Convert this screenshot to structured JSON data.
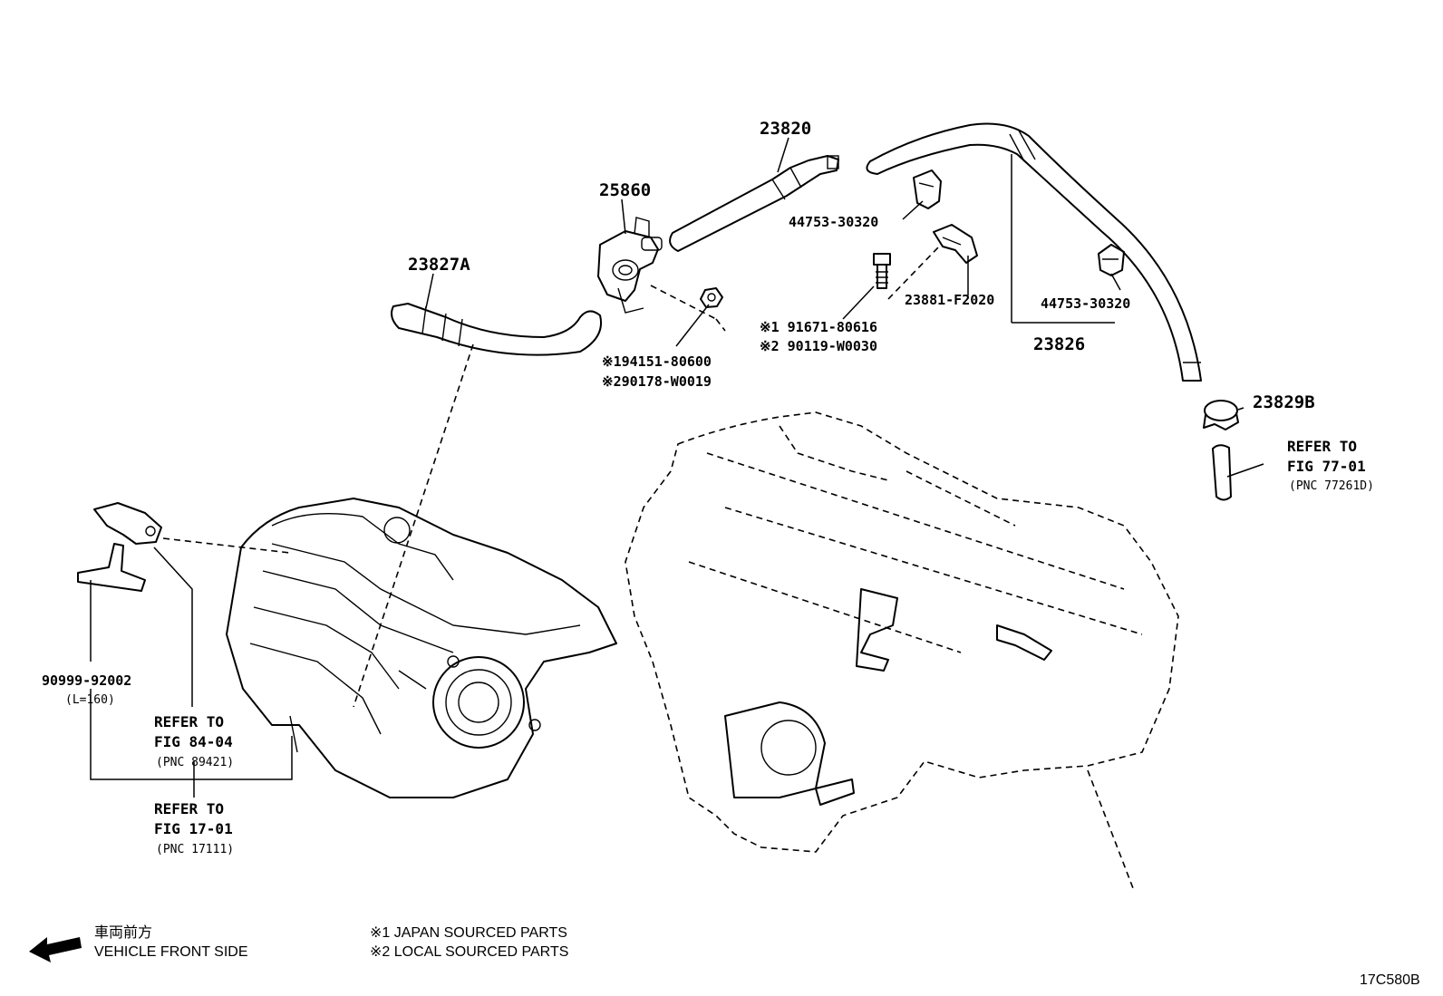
{
  "part_labels": {
    "p23820": "23820",
    "p25860": "25860",
    "p23827A": "23827A",
    "p44753_top": "44753-30320",
    "p44753_right": "44753-30320",
    "p23881": "23881-F2020",
    "p23826": "23826",
    "p23829B": "23829B",
    "p90999": "90999-92002",
    "p90999_len": "(L=160)",
    "bolt_1": "※1 91671-80616",
    "bolt_2": "※2 90119-W0030",
    "nut_1": "※194151-80600",
    "nut_2": "※290178-W0019"
  },
  "references": [
    {
      "line1": "REFER TO",
      "line2": "FIG 77-01",
      "line3": "(PNC 77261D)"
    },
    {
      "line1": "REFER TO",
      "line2": "FIG 84-04",
      "line3": "(PNC 89421)"
    },
    {
      "line1": "REFER TO",
      "line2": "FIG 17-01",
      "line3": "(PNC 17111)"
    }
  ],
  "legend": {
    "front_jp": "車両前方",
    "front_en": "VEHICLE FRONT SIDE",
    "note1": "※1  JAPAN SOURCED PARTS",
    "note2": "※2  LOCAL SOURCED PARTS"
  },
  "figure_code": "17C580B"
}
